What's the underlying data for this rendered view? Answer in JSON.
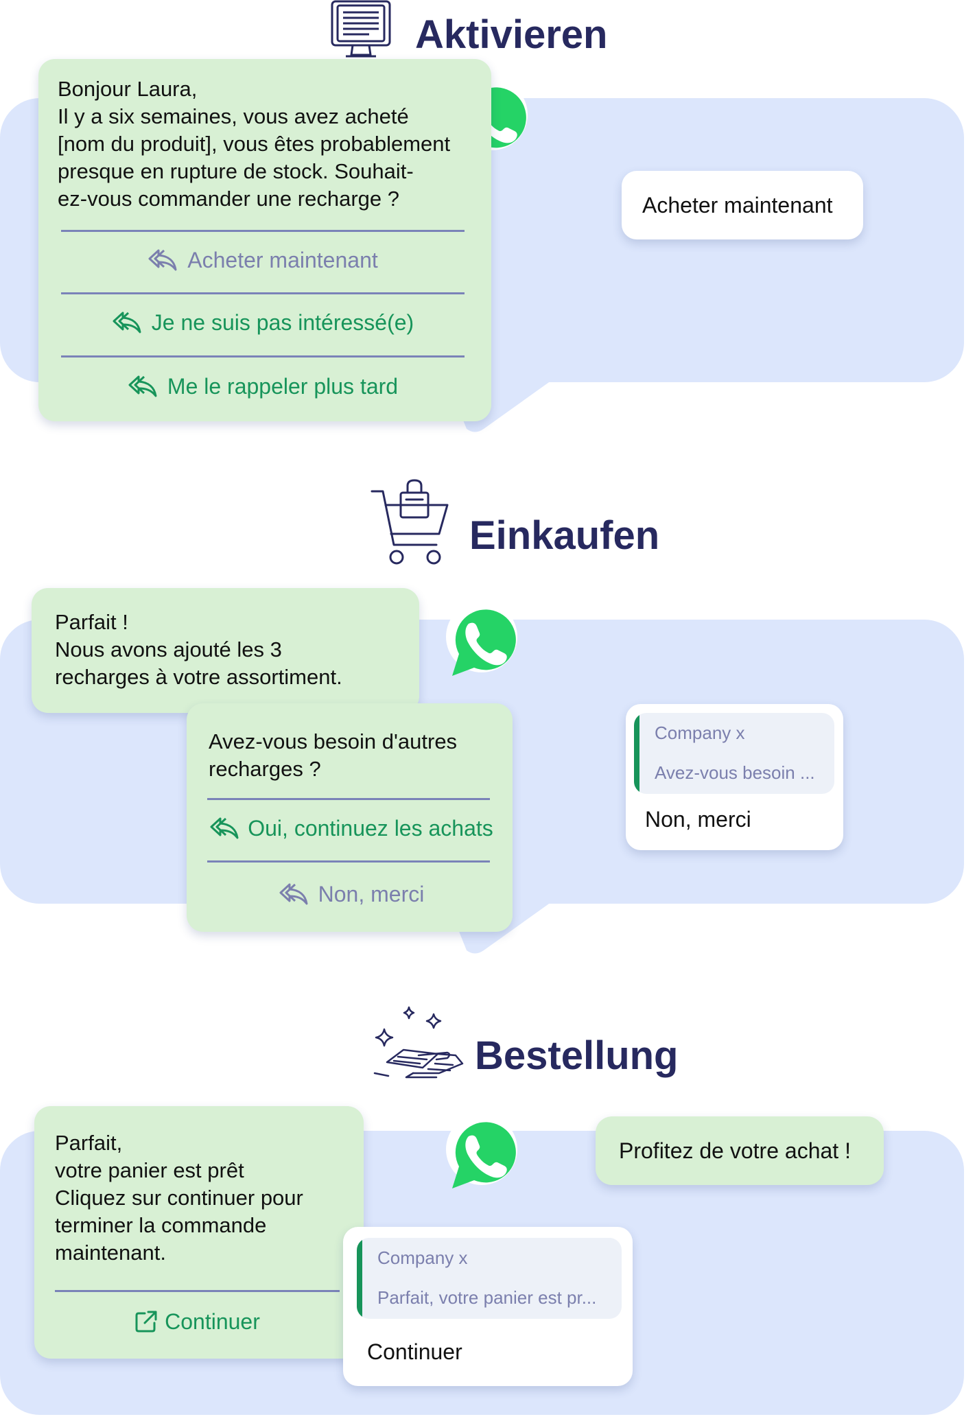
{
  "sections": {
    "aktivieren": {
      "title": "Aktivieren",
      "message": "Bonjour Laura,\nIl y a six semaines, vous avez acheté\n[nom du produit], vous êtes probablement\npresque en rupture de stock. Souhait-\nez-vous commander une recharge ?",
      "quick_replies": [
        "Acheter maintenant",
        "Je ne suis pas intéressé(e)",
        "Me le rappeler plus tard"
      ],
      "user_reply": "Acheter maintenant"
    },
    "einkaufen": {
      "title": "Einkaufen",
      "message_1": "Parfait !\nNous avons ajouté les 3\nrecharges à votre assortiment.",
      "message_2": "Avez-vous besoin d'autres\nrecharges ?",
      "quick_replies": [
        "Oui, continuez les achats",
        "Non, merci"
      ],
      "reply_card": {
        "quote_sender": "Company x",
        "quote_preview": "Avez-vous besoin ...",
        "reply": "Non, merci"
      }
    },
    "bestellung": {
      "title": "Bestellung",
      "message": "Parfait,\nvotre panier est prêt\nCliquez sur continuer pour\nterminer la commande\nmaintenant.",
      "cta_button": "Continuer",
      "reply_card": {
        "quote_sender": "Company x",
        "quote_preview": "Parfait, votre panier est pr...",
        "reply": "Continuer"
      },
      "final_message": "Profitez de votre achat !"
    }
  },
  "colors": {
    "heading": "#27295f",
    "panel": "#dce6fc",
    "bubble": "#d8f0d4",
    "accent_green": "#17945a",
    "muted": "#7b7fad",
    "whatsapp": "#25d366"
  },
  "icons": [
    "computer-icon",
    "shopping-cart-icon",
    "order-hand-card-icon",
    "whatsapp-icon",
    "reply-arrow-icon",
    "external-link-icon"
  ]
}
